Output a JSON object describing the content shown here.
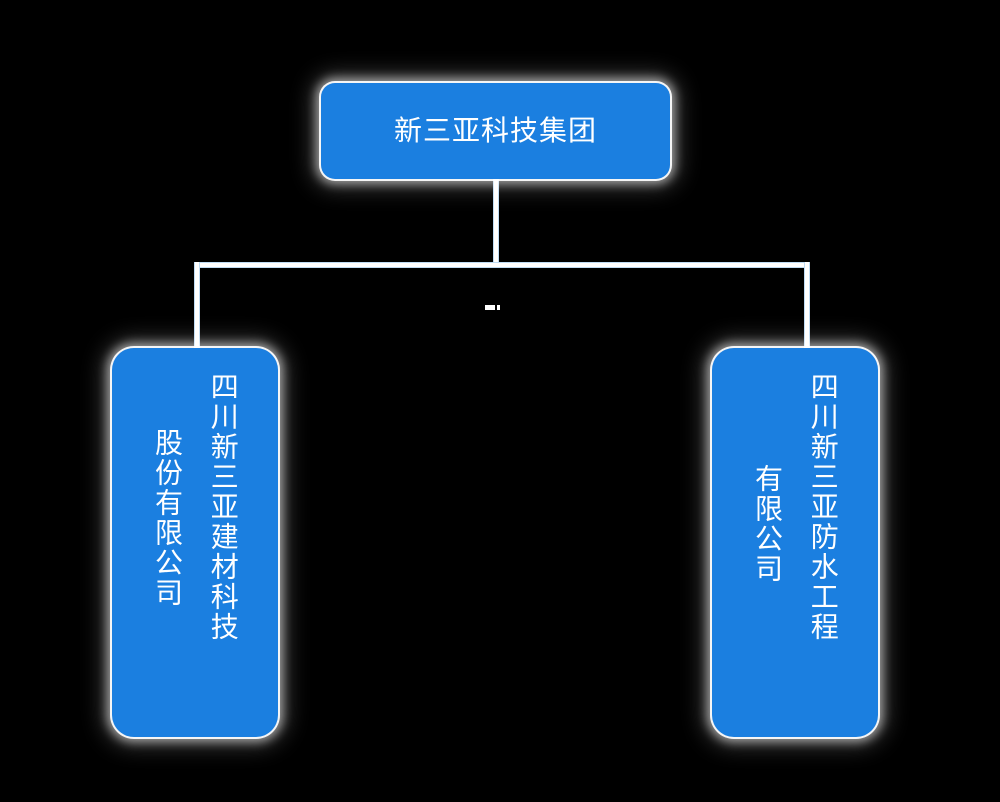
{
  "chart_data": {
    "type": "diagram",
    "diagram_type": "organization-chart",
    "title": "",
    "background_color": "#000000",
    "node_color": "#1b7fe0",
    "node_text_color": "#ffffff",
    "connector_color": "#ffffff",
    "connector_edge_color": "#bfdcf4",
    "orientation": "top-down",
    "nodes": [
      {
        "id": "root",
        "label": "新三亚科技集团",
        "text_direction": "horizontal",
        "columns": [
          "新三亚科技集团"
        ],
        "level": 0
      },
      {
        "id": "child-0",
        "label": "四川新三亚建材科技股份有限公司",
        "text_direction": "vertical-rl",
        "columns": [
          "四川新三亚建材科技",
          "股份有限公司"
        ],
        "level": 1,
        "parent": "root"
      },
      {
        "id": "child-1",
        "label": "四川新三亚防水工程有限公司",
        "text_direction": "vertical-rl",
        "columns": [
          "四川新三亚防水工程",
          "有限公司"
        ],
        "level": 1,
        "parent": "root"
      }
    ],
    "edges": [
      {
        "from": "root",
        "to": "child-0",
        "style": "orthogonal",
        "label": ""
      },
      {
        "from": "root",
        "to": "child-1",
        "style": "orthogonal",
        "label": ""
      }
    ]
  },
  "root": {
    "label": "新三亚科技集团"
  },
  "children": [
    {
      "col_main": "四川新三亚建材科技",
      "col_sub": "股份有限公司"
    },
    {
      "col_main": "四川新三亚防水工程",
      "col_sub": "有限公司"
    }
  ]
}
